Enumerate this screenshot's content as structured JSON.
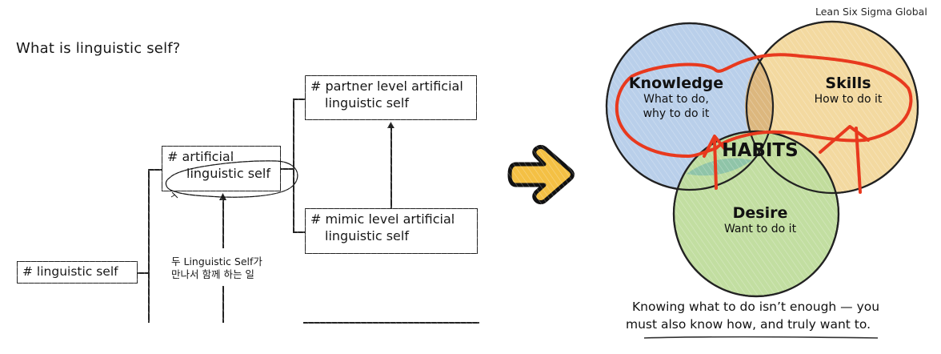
{
  "left_diagram": {
    "title": "What is linguistic self?",
    "nodes": {
      "root": "# linguistic self",
      "artificial_line1": "# artificial",
      "artificial_line2": "linguistic self",
      "partner_line1": "# partner level artificial",
      "partner_line2": "linguistic self",
      "mimic_line1": "# mimic level artificial",
      "mimic_line2": "linguistic self"
    },
    "note_line1": "두 Linguistic Self가",
    "note_line2": "만나서 함께 하는 일"
  },
  "arrow": {
    "icon": "right-arrow-icon",
    "fill_color": "#F4C044",
    "stroke_color": "#111111"
  },
  "venn": {
    "brand": "Lean Six Sigma Global",
    "circles": [
      {
        "id": "knowledge",
        "title": "Knowledge",
        "sub_line1": "What to do,",
        "sub_line2": "why to do it",
        "color": "#B9CFEA"
      },
      {
        "id": "skills",
        "title": "Skills",
        "sub_line1": "How to do it",
        "color": "#F3D9A0"
      },
      {
        "id": "desire",
        "title": "Desire",
        "sub_line1": "Want to do it",
        "color": "#BFDD9C"
      }
    ],
    "center": "HABITS",
    "caption_line1": "Knowing what to do isn’t enough — you",
    "caption_line2": "must also know how, and truly want to.",
    "annotation_color": "#E8391E"
  }
}
